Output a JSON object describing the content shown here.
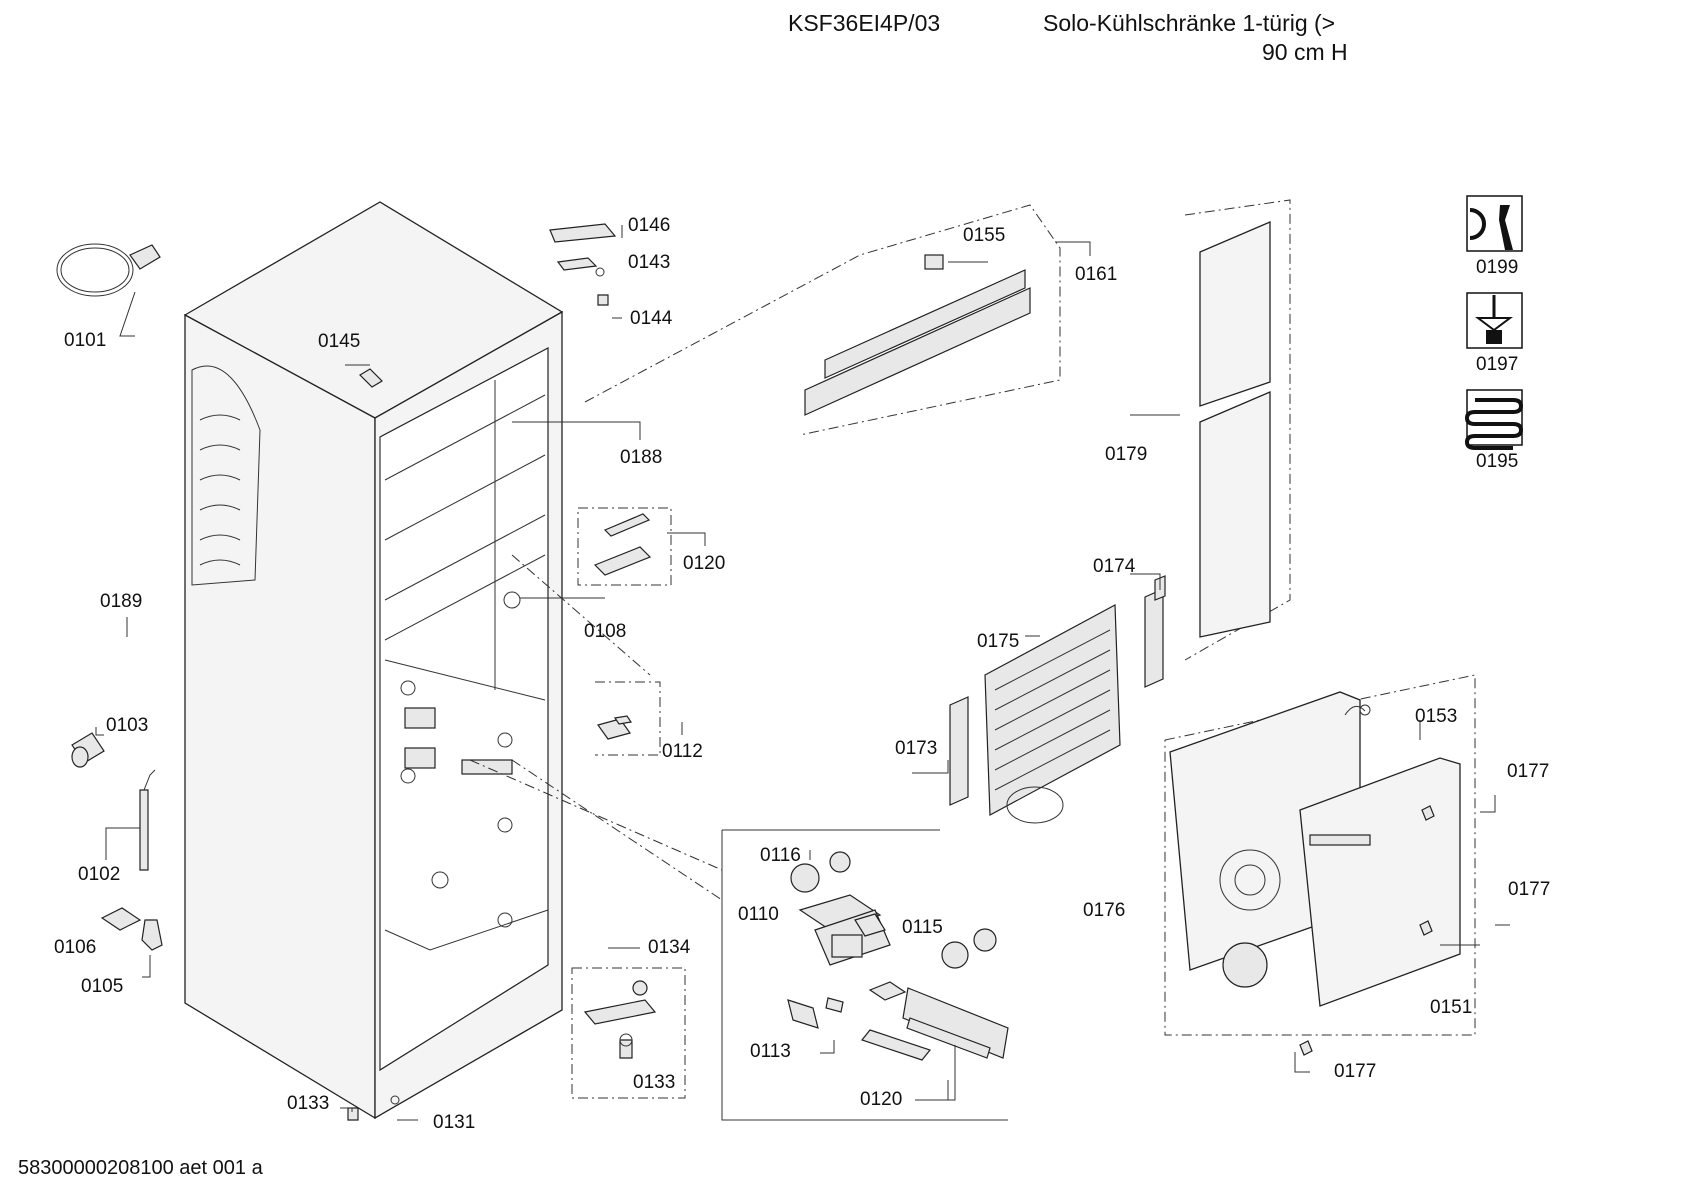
{
  "header": {
    "model": "KSF36EI4P/03",
    "description_line1": "Solo-Kühlschränke 1-türig (>",
    "description_line2": "90 cm H"
  },
  "footer": {
    "doc_code": "58300000208100 aet 001 a"
  },
  "legend": [
    {
      "code": "0199",
      "icon": "wrench-nut-icon"
    },
    {
      "code": "0197",
      "icon": "screwdriver-icon"
    },
    {
      "code": "0195",
      "icon": "heating-coil-icon"
    }
  ],
  "parts": {
    "p0101": "0101",
    "p0189": "0189",
    "p0103": "0103",
    "p0102": "0102",
    "p0106": "0106",
    "p0105": "0105",
    "p0133a": "0133",
    "p0131": "0131",
    "p0145": "0145",
    "p0146": "0146",
    "p0143": "0143",
    "p0144": "0144",
    "p0188": "0188",
    "p0120a": "0120",
    "p0108": "0108",
    "p0112": "0112",
    "p0134": "0134",
    "p0133b": "0133",
    "p0116": "0116",
    "p0110": "0110",
    "p0115": "0115",
    "p0113": "0113",
    "p0120b": "0120",
    "p0155": "0155",
    "p0161": "0161",
    "p0179": "0179",
    "p0174": "0174",
    "p0175": "0175",
    "p0173": "0173",
    "p0153": "0153",
    "p0177a": "0177",
    "p0176": "0176",
    "p0177b": "0177",
    "p0151": "0151",
    "p0177c": "0177"
  }
}
